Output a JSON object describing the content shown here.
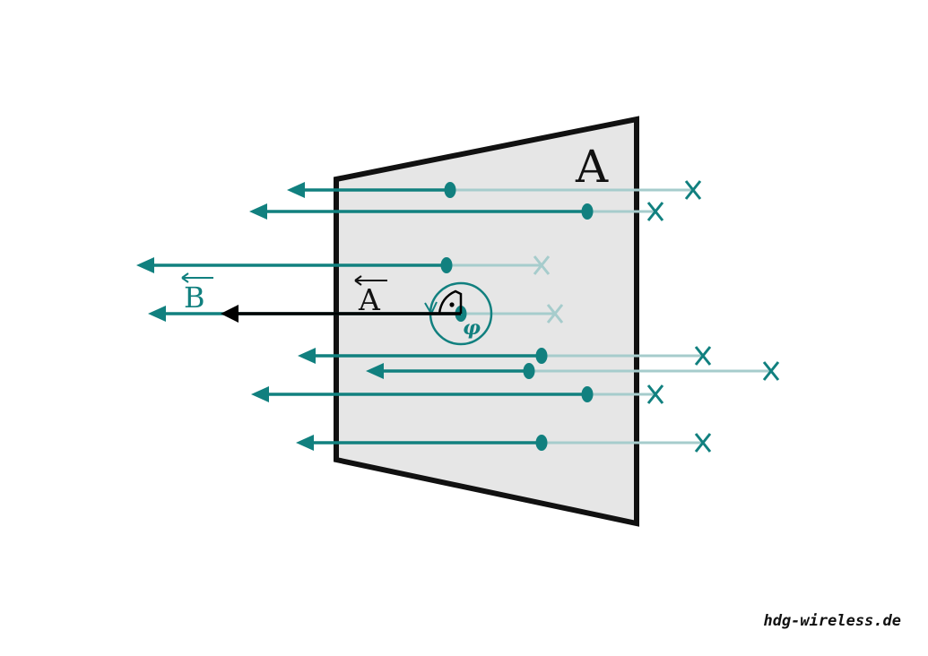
{
  "labels": {
    "area": "A",
    "area_vector": "A",
    "field_vector": "B",
    "angle": "φ"
  },
  "watermark": "hdg-wireless.de",
  "colors": {
    "field": "#11807f",
    "field_behind": "#a6cccc",
    "plate_fill": "#e6e6e6",
    "plate_stroke": "#111111",
    "area_vector": "#000000"
  },
  "icons": {
    "field_tail": "cross-icon",
    "field_pierce": "dot-icon",
    "right_angle": "right-angle-icon"
  }
}
